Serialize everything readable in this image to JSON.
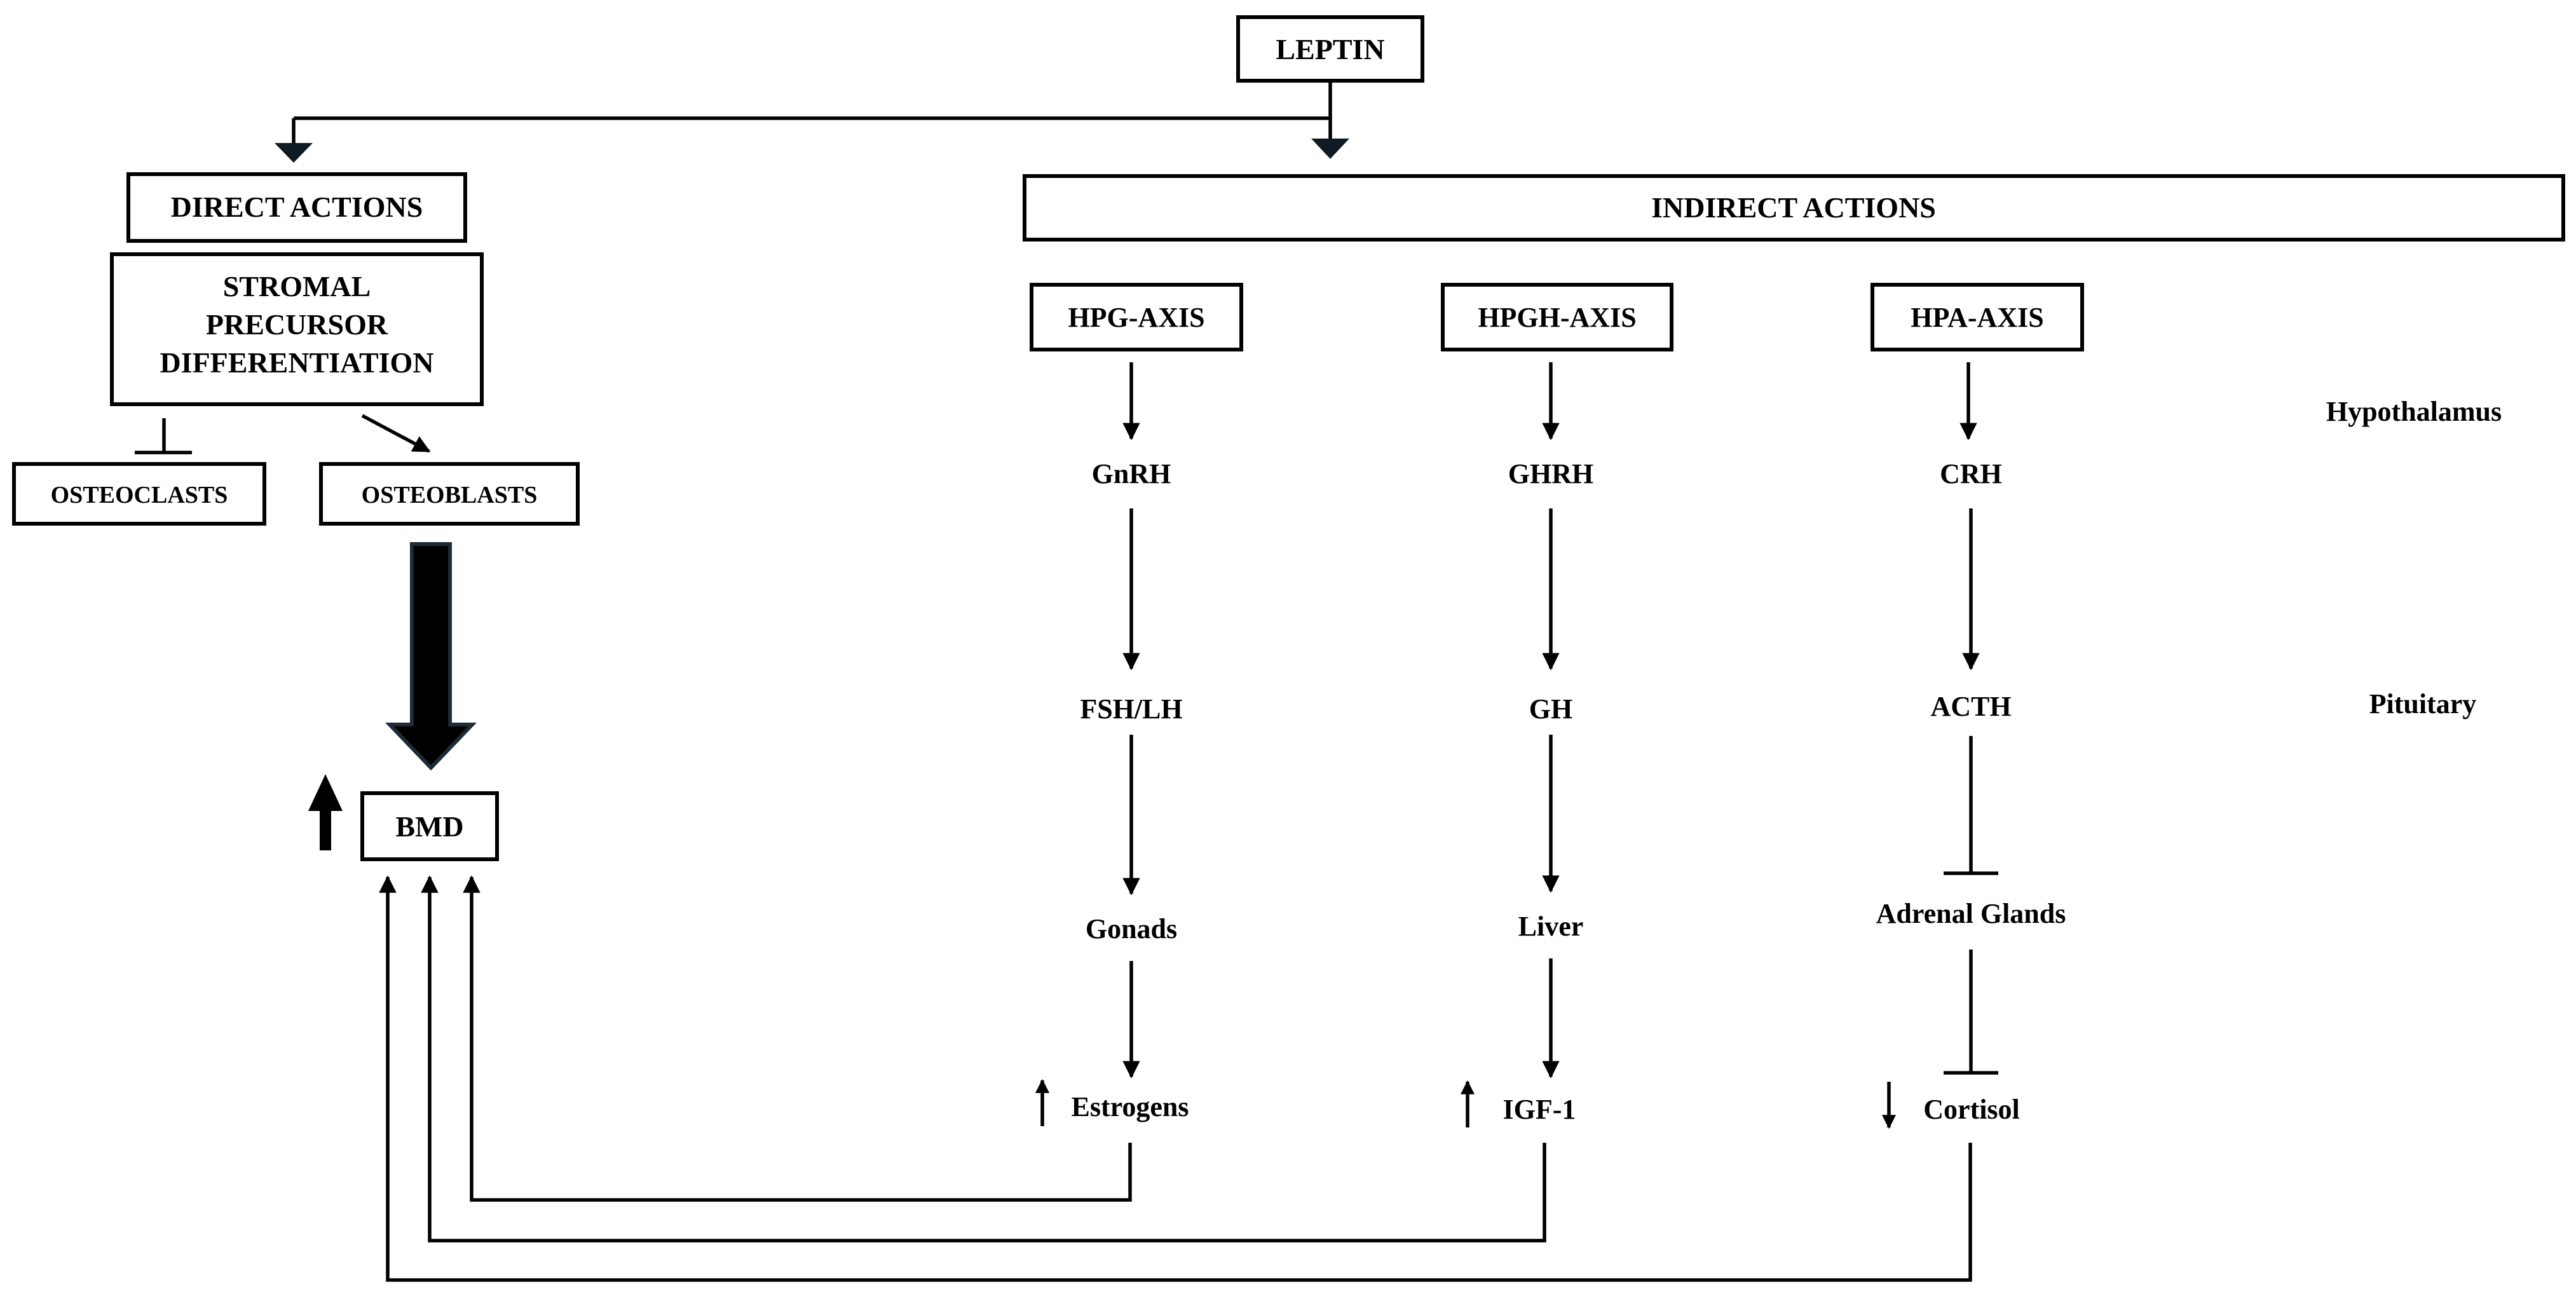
{
  "top": {
    "leptin": "LEPTIN"
  },
  "direct": {
    "title": "DIRECT ACTIONS",
    "stromal_lines": [
      "STROMAL",
      "PRECURSOR",
      "DIFFERENTIATION"
    ],
    "osteoclasts": "OSTEOCLASTS",
    "osteoblasts": "OSTEOBLASTS",
    "bmd": "BMD"
  },
  "indirect": {
    "title": "INDIRECT ACTIONS",
    "levels": {
      "hypothalamus": "Hypothalamus",
      "pituitary": "Pituitary"
    },
    "hpg": {
      "axis": "HPG-AXIS",
      "hypothalamic": "GnRH",
      "pituitary": "FSH/LH",
      "organ": "Gonads",
      "product": "Estrogens",
      "product_change": "increase"
    },
    "hpgh": {
      "axis": "HPGH-AXIS",
      "hypothalamic": "GHRH",
      "pituitary": "GH",
      "organ": "Liver",
      "product": "IGF-1",
      "product_change": "increase"
    },
    "hpa": {
      "axis": "HPA-AXIS",
      "hypothalamic": "CRH",
      "pituitary": "ACTH",
      "organ": "Adrenal Glands",
      "product": "Cortisol",
      "product_change": "decrease"
    }
  },
  "colors": {
    "ink": "#000000",
    "arrowhead_dark": "#0f1a24",
    "background": "#ffffff"
  }
}
